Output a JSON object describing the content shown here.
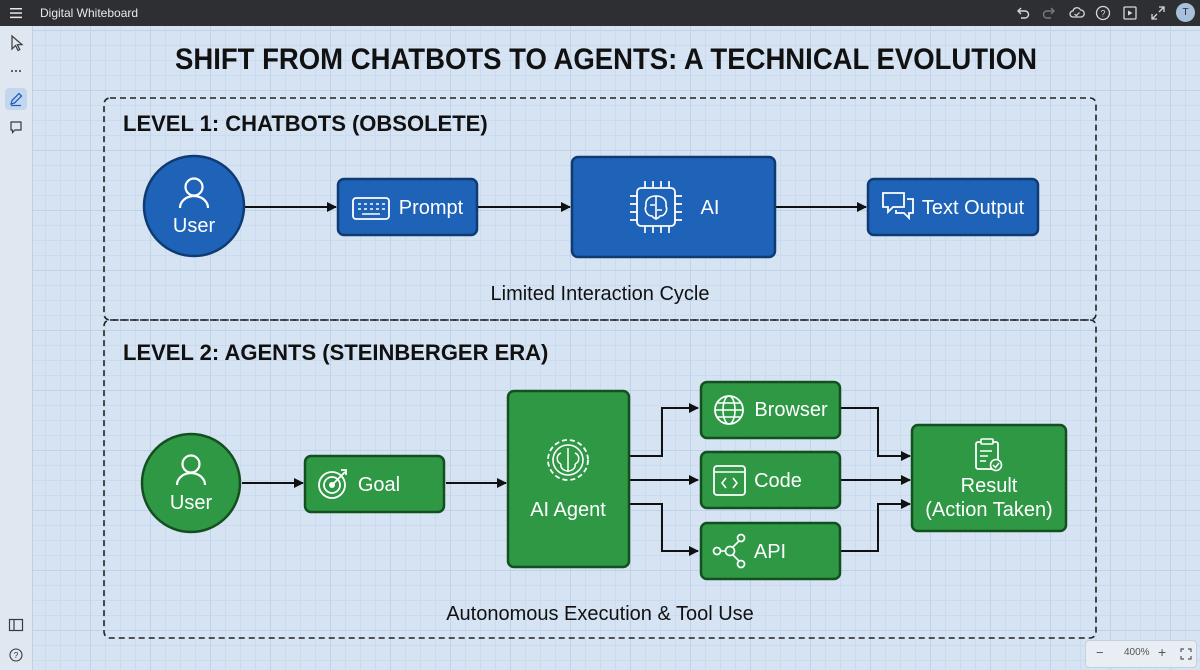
{
  "app": {
    "title": "Digital Whiteboard",
    "avatar_initial": "T",
    "zoom": "400%",
    "zoom_minus": "−",
    "zoom_plus": "+"
  },
  "diagram": {
    "title": "SHIFT FROM CHATBOTS TO AGENTS: A TECHNICAL EVOLUTION",
    "level1": {
      "heading": "LEVEL 1: CHATBOTS (OBSOLETE)",
      "user": "User",
      "prompt": "Prompt",
      "ai": "AI",
      "output": "Text Output",
      "caption": "Limited Interaction Cycle"
    },
    "level2": {
      "heading": "LEVEL 2: AGENTS (STEINBERGER ERA)",
      "user": "User",
      "goal": "Goal",
      "agent": "AI Agent",
      "browser": "Browser",
      "code": "Code",
      "api": "API",
      "result_line1": "Result",
      "result_line2": "(Action Taken)",
      "caption": "Autonomous Execution & Tool Use"
    }
  },
  "colors": {
    "blue": "#1e63b8",
    "blue_border": "#0f3b73",
    "green": "#2e9845",
    "green_border": "#14501f",
    "toolbar": "#2d2f33"
  }
}
